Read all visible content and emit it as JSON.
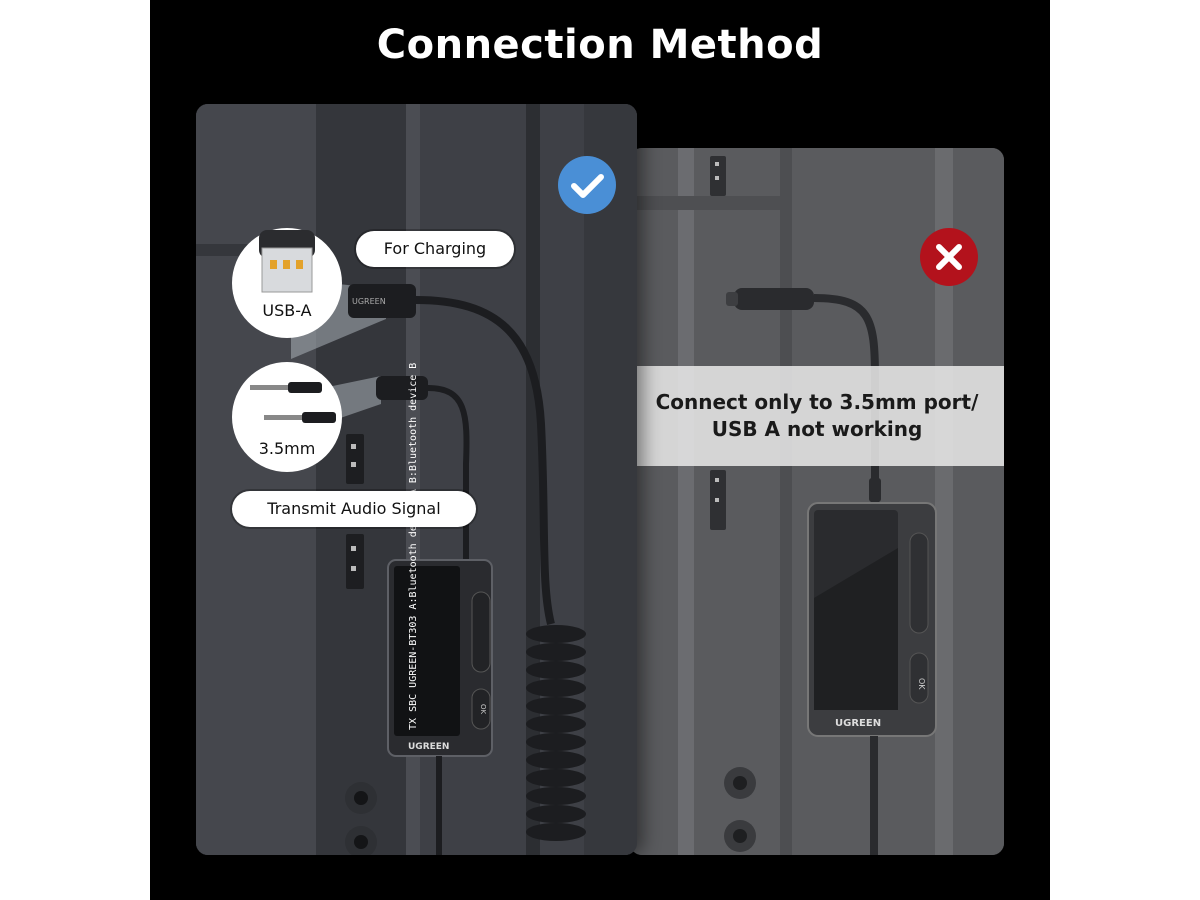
{
  "title": "Connection Method",
  "left_panel": {
    "status_icon": "check-icon",
    "status_color": "#4a8fd6",
    "labels": {
      "charging": "For Charging",
      "usb_a": "USB-A",
      "jack": "3.5mm",
      "transmit": "Transmit Audio Signal"
    },
    "device": {
      "brand": "UGREEN",
      "screen_lines": [
        "TX",
        "SBC",
        "UGREEN-BT303",
        "A:Bluetooth device A",
        "B:Bluetooth device B"
      ],
      "ok_label": "OK"
    }
  },
  "right_panel": {
    "status_icon": "cross-icon",
    "status_color": "#b3121c",
    "message_line1": "Connect only to 3.5mm port/",
    "message_line2": "USB A not working",
    "device": {
      "brand": "UGREEN",
      "ok_label": "OK"
    }
  }
}
